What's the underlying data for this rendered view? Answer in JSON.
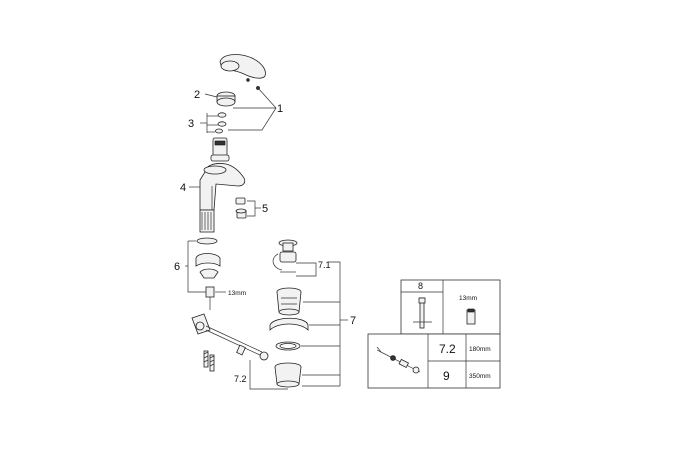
{
  "callouts": {
    "c1": "1",
    "c2": "2",
    "c3": "3",
    "c4": "4",
    "c5": "5",
    "c6": "6",
    "c7": "7",
    "c71": "7.1",
    "c72": "7.2",
    "size_13mm": "13mm"
  },
  "parts_table": {
    "item8": "8",
    "item8_size": "13mm",
    "item72": "7.2",
    "item72_length": "180mm",
    "item9": "9",
    "item9_length": "350mm"
  },
  "colors": {
    "line": "#333333",
    "part_fill": "#f2f2f2",
    "dark": "#333333"
  },
  "icons": [
    "spout-handle",
    "cartridge",
    "aerator",
    "waste-valve",
    "hose",
    "nut-icon"
  ]
}
